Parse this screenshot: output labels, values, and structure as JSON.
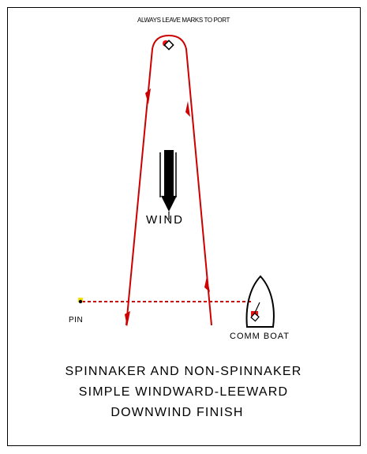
{
  "diagram": {
    "top_note": "ALWAYS LEAVE MARKS TO PORT",
    "wind_label": "WIND",
    "pin_label": "PIN",
    "committee_boat_label": "COMM BOAT",
    "caption_lines": [
      "SPINNAKER AND NON-SPINNAKER",
      "SIMPLE WINDWARD-LEEWARD",
      "DOWNWIND FINISH"
    ]
  },
  "colors": {
    "course_line": "#cc0000",
    "mark_red": "#ee1111",
    "pin_yellow": "#f2e600",
    "frame": "#000000"
  },
  "icons": [
    "windward-mark-icon",
    "wind-arrow-icon",
    "pin-mark-icon",
    "committee-boat-icon"
  ]
}
